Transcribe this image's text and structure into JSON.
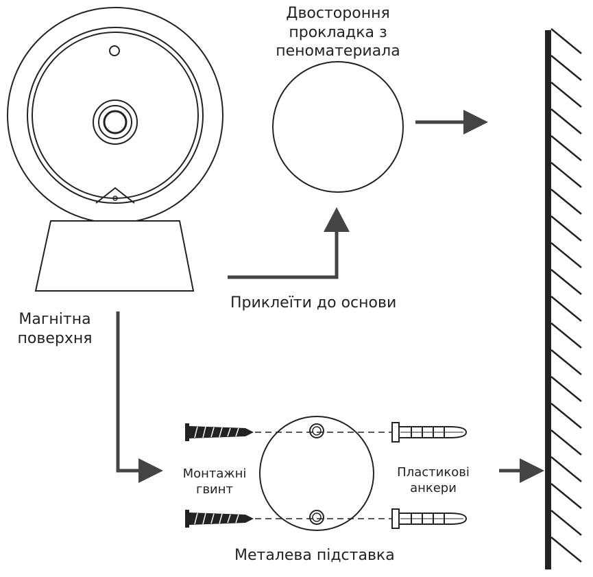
{
  "labels": {
    "foam_pad_line1": "Двостороння",
    "foam_pad_line2": "прокладка з",
    "foam_pad_line3": "пеноматериала",
    "stick_to_base": "Приклеїти до основи",
    "magnetic_surface_line1": "Магнітна",
    "magnetic_surface_line2": "поверхня",
    "screws_line1": "Монтажні",
    "screws_line2": "гвинт",
    "anchors_line1": "Пластикові",
    "anchors_line2": "анкери",
    "metal_base": "Металева підставка"
  },
  "colors": {
    "stroke": "#222222",
    "arrow": "#444444"
  }
}
